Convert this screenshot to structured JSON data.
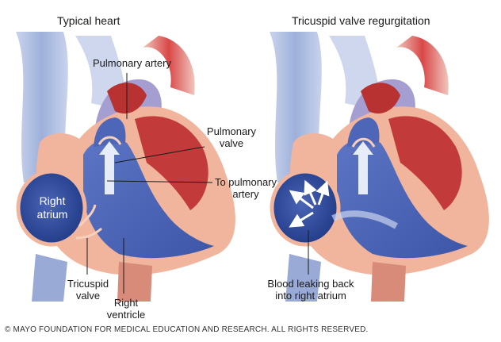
{
  "left_panel": {
    "title": "Typical heart",
    "labels": {
      "pulmonary_artery": "Pulmonary artery",
      "pulmonary_valve_line1": "Pulmonary",
      "pulmonary_valve_line2": "valve",
      "to_pulmonary_line1": "To pulmonary",
      "to_pulmonary_line2": "artery",
      "right_atrium_line1": "Right",
      "right_atrium_line2": "atrium",
      "tricuspid_line1": "Tricuspid",
      "tricuspid_line2": "valve",
      "right_ventricle_line1": "Right",
      "right_ventricle_line2": "ventricle"
    }
  },
  "right_panel": {
    "title": "Tricuspid valve regurgitation",
    "labels": {
      "leak_line1": "Blood leaking back",
      "leak_line2": "into right atrium"
    }
  },
  "copyright": "© MAYO FOUNDATION FOR MEDICAL EDUCATION AND RESEARCH. ALL RIGHTS RESERVED.",
  "colors": {
    "vessel_blue": "#8fa7d4",
    "chamber_blue": "#3d56a8",
    "atrium_dark": "#1f3a86",
    "muscle_red": "#c23a3a",
    "aorta_red": "#d94848",
    "wall_pink": "#f0b59c",
    "pale_purple": "#b7b0d8"
  }
}
